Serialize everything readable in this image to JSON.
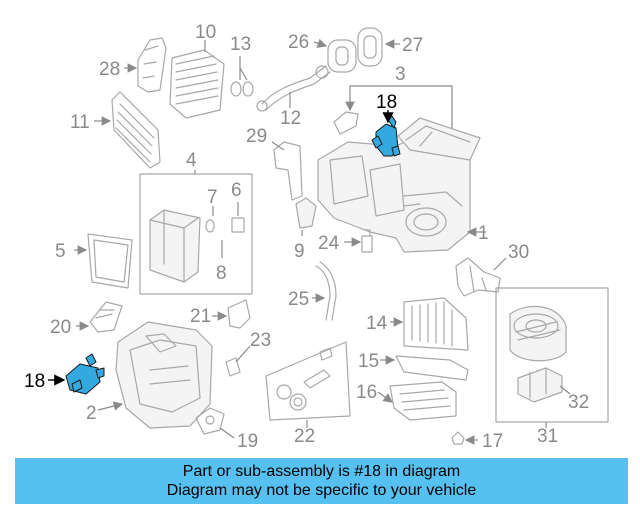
{
  "labels": {
    "p1": "1",
    "p2": "2",
    "p3": "3",
    "p4": "4",
    "p5": "5",
    "p6": "6",
    "p7": "7",
    "p8": "8",
    "p9": "9",
    "p10": "10",
    "p11": "11",
    "p12": "12",
    "p13": "13",
    "p14": "14",
    "p15": "15",
    "p16": "16",
    "p17": "17",
    "p18a": "18",
    "p18b": "18",
    "p19": "19",
    "p20": "20",
    "p21": "21",
    "p22": "22",
    "p23": "23",
    "p24": "24",
    "p25": "25",
    "p26": "26",
    "p27": "27",
    "p28": "28",
    "p29": "29",
    "p30": "30",
    "p31": "31",
    "p32": "32"
  },
  "highlight_color": "#33a9e0",
  "banner": {
    "line1": "Part or sub-assembly is #18 in diagram",
    "line2": "Diagram may not be specific to your vehicle",
    "color": "#56c1f1"
  }
}
